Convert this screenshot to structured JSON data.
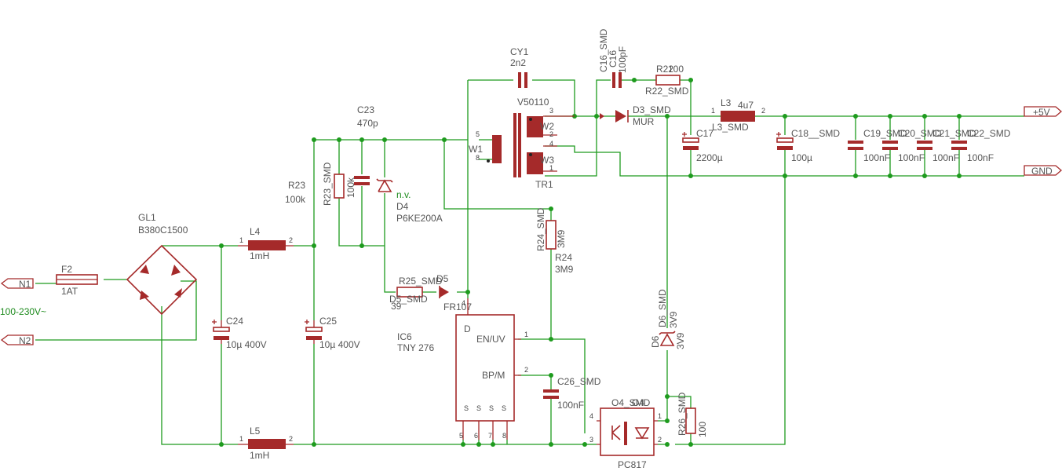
{
  "colors": {
    "wire": "#1e9b1e",
    "symbol": "#a52a2a",
    "label": "#555555",
    "net_label": "#1e8b1e"
  },
  "ports": {
    "n1": "N1",
    "n2": "N2",
    "vout": "+5V",
    "gnd": "GND"
  },
  "input_voltage": "100-230V~",
  "F2": {
    "name": "F2",
    "value": "1AT"
  },
  "GL1": {
    "name": "GL1",
    "value": "B380C1500"
  },
  "L4": {
    "name": "L4",
    "value": "1mH"
  },
  "L5": {
    "name": "L5",
    "value": "1mH"
  },
  "C24": {
    "name": "C24",
    "value": "10µ 400V"
  },
  "C25": {
    "name": "C25",
    "value": "10µ 400V"
  },
  "R23": {
    "name": "R23",
    "value": "100k",
    "pkg": "R23_SMD",
    "value2": "100k"
  },
  "C23": {
    "name": "C23",
    "value": "470p"
  },
  "D4": {
    "name": "D4",
    "value": "P6KE200A",
    "note": "n.v."
  },
  "R25": {
    "name": "R25_SMD",
    "alt": "D5_SMD",
    "value": "39"
  },
  "D5": {
    "name": "D5",
    "value": "FR107"
  },
  "CY1": {
    "name": "CY1",
    "value": "2n2"
  },
  "TR1": {
    "name": "TR1",
    "value": "V50110",
    "w1": "W1",
    "w2": "W2",
    "w3": "W3"
  },
  "IC6": {
    "name": "IC6",
    "value": "TNY 276",
    "pin_d": "D",
    "pin_en": "EN/UV",
    "pin_bp": "BP/M",
    "pin_s": "S"
  },
  "R24": {
    "name": "R24",
    "value": "3M9",
    "pkg": "R24_SMD"
  },
  "C26": {
    "name": "C26_SMD",
    "value": "100nF"
  },
  "O4": {
    "name": "O4_SMD",
    "alt": "O4",
    "value": "PC817"
  },
  "R26": {
    "name": "R26_SMD",
    "value": "100"
  },
  "D6": {
    "name": "D6",
    "pkg": "D6_SMD",
    "value": "3V9",
    "value2": "3V9"
  },
  "C16": {
    "name": "C16",
    "pkg": "C16_SMD",
    "value": "100pF"
  },
  "R22": {
    "name": "R22",
    "pkg": "R22_SMD",
    "value": "100"
  },
  "D3": {
    "name": "D3_SMD",
    "value": "MUR"
  },
  "L3": {
    "name": "L3",
    "value": "4u7",
    "pkg": "L3_SMD"
  },
  "C17": {
    "name": "C17",
    "value": "2200µ"
  },
  "C18": {
    "name": "C18__SMD",
    "value": "100µ"
  },
  "C19": {
    "name": "C19_SMD",
    "value": "100nF"
  },
  "C20": {
    "name": "C20_SMD",
    "value": "100nF"
  },
  "C21": {
    "name": "C21_SMD",
    "value": "100nF"
  },
  "C22": {
    "name": "C22_SMD",
    "value": "100nF"
  },
  "pin_numbers": {
    "p1": "1",
    "p2": "2",
    "p3": "3",
    "p4": "4",
    "p5": "5",
    "p6": "6",
    "p7": "7",
    "p8": "8"
  }
}
